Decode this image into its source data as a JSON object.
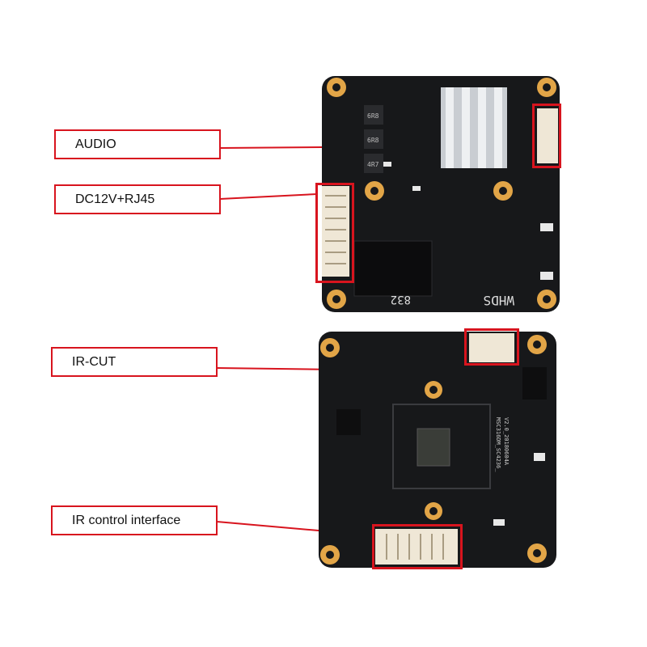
{
  "labels": {
    "audio": "AUDIO",
    "dc12v_rj45": "DC12V+RJ45",
    "ir_cut": "IR-CUT",
    "ir_control": "IR control interface"
  },
  "board_top": {
    "silkscreen_name": "WHDS",
    "silkscreen_model": "832",
    "inductor_a": "6R8",
    "inductor_b": "6R8",
    "inductor_c": "4R7"
  },
  "board_bottom": {
    "chip_text_1": "MSC316DM_SC4236_",
    "chip_text_2": "V2.0_20180604A"
  },
  "colors": {
    "callout": "#d8141e",
    "pcb": "#17181a",
    "pad_gold": "#e2a547",
    "connector": "#efe7d6"
  }
}
